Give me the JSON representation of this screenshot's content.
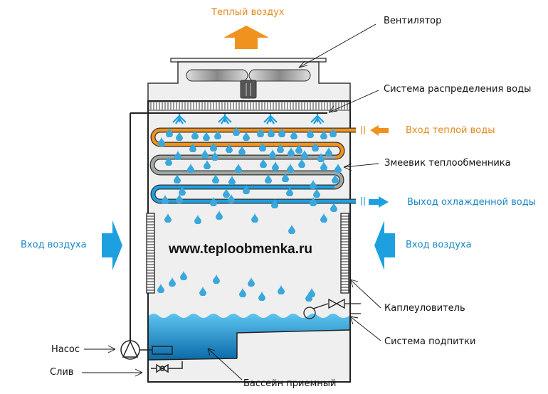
{
  "title": "Cooling tower with heat exchanger coil",
  "watermark": "www.teploobmenka.ru",
  "labels": {
    "warm_air": "Теплый воздух",
    "fan": "Вентилятор",
    "water_distribution": "Система распределения воды",
    "warm_water_in": "Вход теплой воды",
    "coil": "Змеевик теплообменника",
    "cooled_water_out": "Выход охлажденной воды",
    "air_in_left": "Вход воздуха",
    "air_in_right": "Вход воздуха",
    "drift_eliminator": "Каплеуловитель",
    "makeup_system": "Система подпитки",
    "pump": "Насос",
    "drain": "Слив",
    "basin": "Бассейн приемный"
  },
  "colors": {
    "warm": "#f0921e",
    "cold": "#1ea0e0",
    "coil_mid": "#a0a8a4",
    "water": "#3ab0e6",
    "casing": "#efefef",
    "outline": "#222222"
  }
}
